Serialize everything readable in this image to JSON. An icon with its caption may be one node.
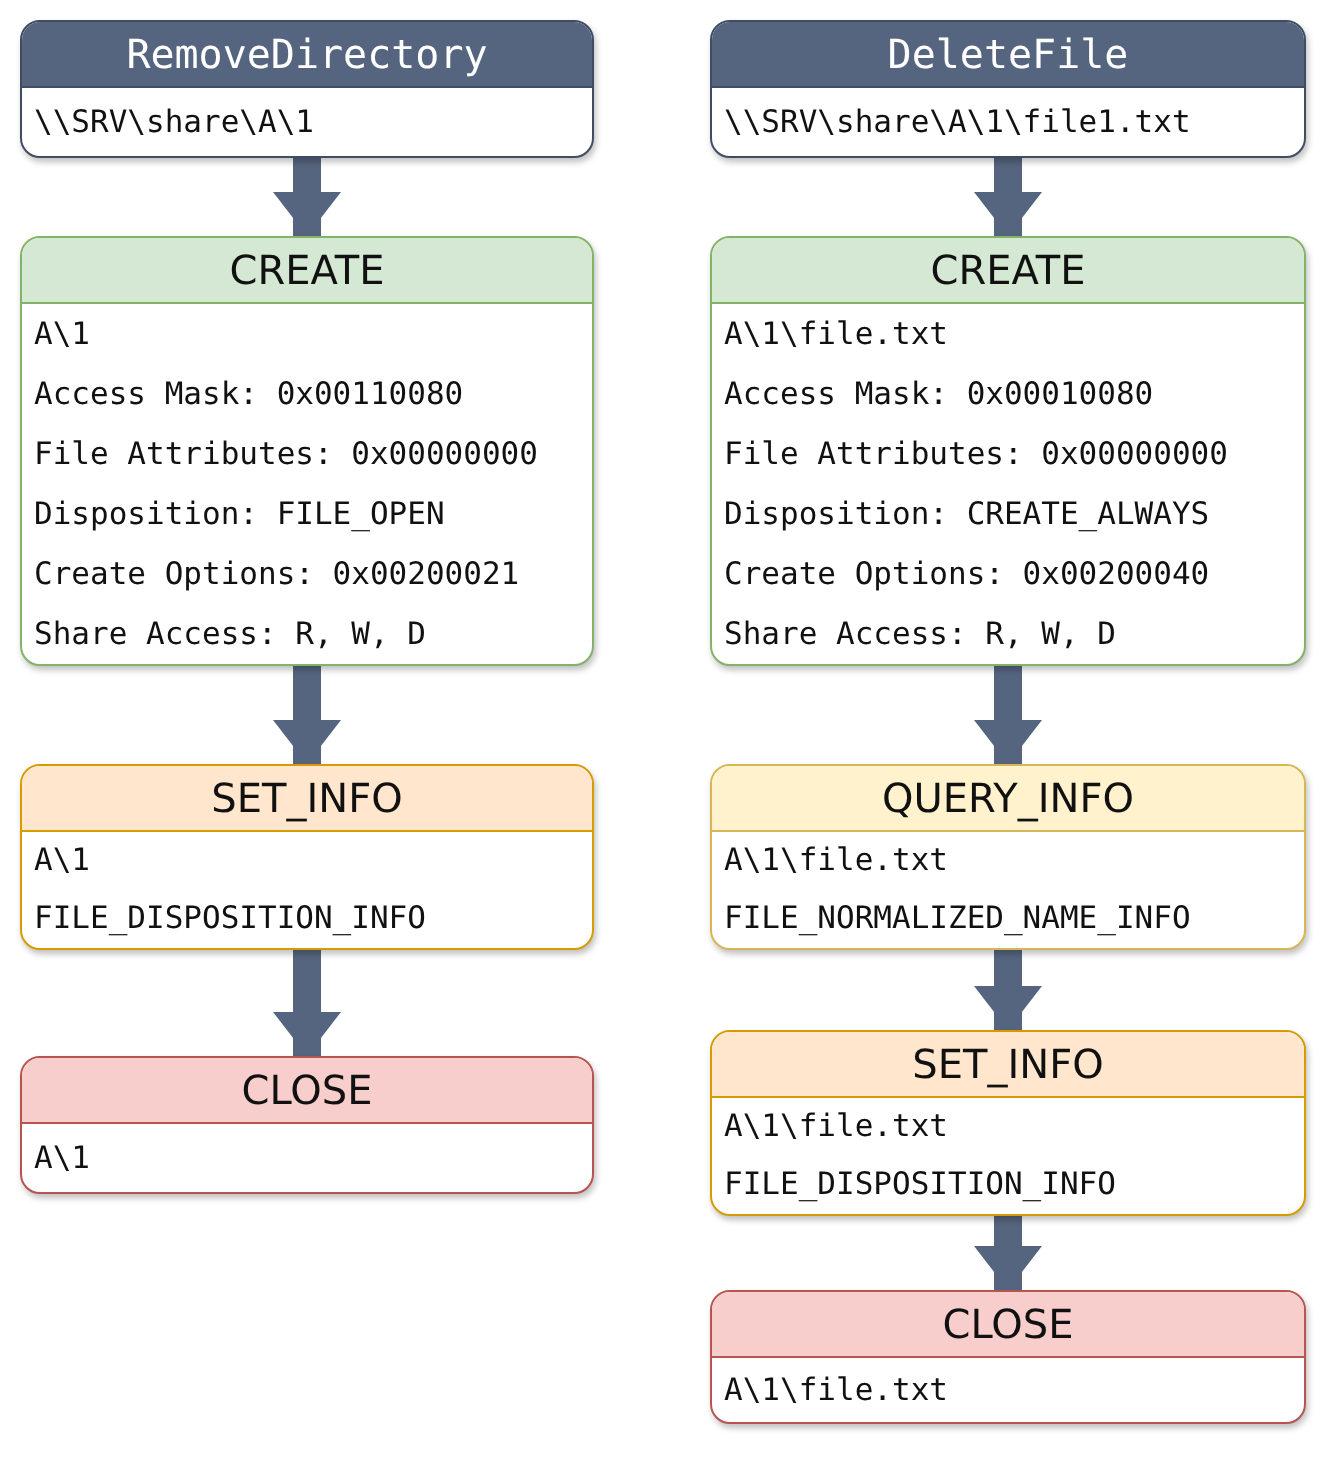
{
  "diagram": {
    "nodes": [
      {
        "text": [
          "RemoveDirectory",
          "\\\\SRV\\share\\A\\1"
        ]
      },
      {
        "text": [
          "CREATE",
          "A\\1",
          "Access Mask: 0x00110080",
          "File Attributes: 0x00000000",
          "Disposition: FILE_OPEN",
          "Create Options: 0x00200021",
          "Share Access: R, W, D"
        ]
      },
      {
        "text": [
          "SET_INFO",
          "A\\1",
          "FILE_DISPOSITION_INFO"
        ]
      },
      {
        "text": [
          "CLOSE",
          "A\\1"
        ]
      },
      {
        "text": [
          "DeleteFile",
          "\\\\SRV\\share\\A\\1\\file1.txt"
        ]
      },
      {
        "text": [
          "CREATE",
          "A\\1\\file.txt",
          "Access Mask: 0x00010080",
          "File Attributes: 0x00000000",
          "Disposition: CREATE_ALWAYS",
          "Create Options: 0x00200040",
          "Share Access: R, W, D"
        ]
      },
      {
        "text": [
          "QUERY_INFO",
          "A\\1\\file.txt",
          "FILE_NORMALIZED_NAME_INFO"
        ]
      },
      {
        "text": [
          "SET_INFO",
          "A\\1\\file.txt",
          "FILE_DISPOSITION_INFO"
        ]
      },
      {
        "text": [
          "CLOSE",
          "A\\1\\file.txt"
        ]
      }
    ],
    "edges": [
      {
        "from": 0,
        "to": 1,
        "arrow": "to"
      },
      {
        "from": 1,
        "to": 2,
        "arrow": "to"
      },
      {
        "from": 2,
        "to": 3,
        "arrow": "to"
      },
      {
        "from": 4,
        "to": 5,
        "arrow": "to"
      },
      {
        "from": 5,
        "to": 6,
        "arrow": "to"
      },
      {
        "from": 6,
        "to": 7,
        "arrow": "to"
      },
      {
        "from": 7,
        "to": 8,
        "arrow": "to"
      }
    ]
  }
}
